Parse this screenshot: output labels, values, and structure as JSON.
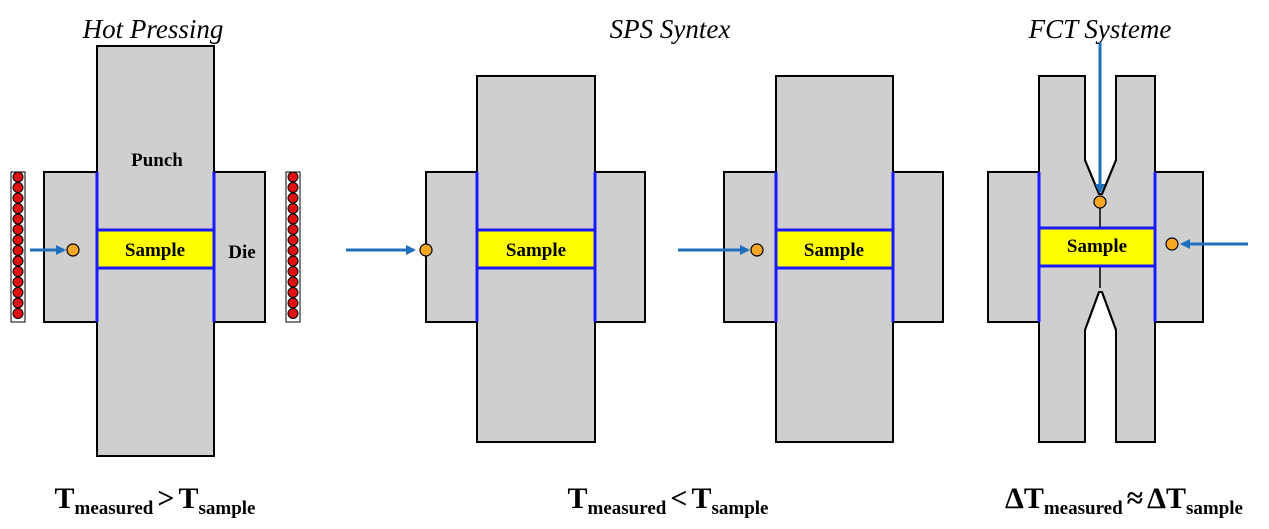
{
  "titles": {
    "hot_pressing": "Hot Pressing",
    "sps_syntex": "SPS Syntex",
    "fct_systeme": "FCT Systeme"
  },
  "labels": {
    "punch": "Punch",
    "die": "Die",
    "sample": "Sample"
  },
  "equations": {
    "hot_pressing": {
      "lhs": "T",
      "lhs_sub": "measured",
      "op": ">",
      "rhs": "T",
      "rhs_sub": "sample"
    },
    "sps": {
      "lhs": "T",
      "lhs_sub": "measured",
      "op": "<",
      "rhs": "T",
      "rhs_sub": "sample"
    },
    "fct": {
      "lhs": "ΔT",
      "lhs_sub": "measured",
      "op": "≈",
      "rhs": "ΔT",
      "rhs_sub": "sample"
    }
  },
  "colors": {
    "graphite": "#cfcfcf",
    "sample_fill": "#ffff00",
    "die_wall": "#1a1aff",
    "thermocouple": "#f5a623",
    "arrow": "#1f6fbf",
    "heater": "#e01010"
  }
}
